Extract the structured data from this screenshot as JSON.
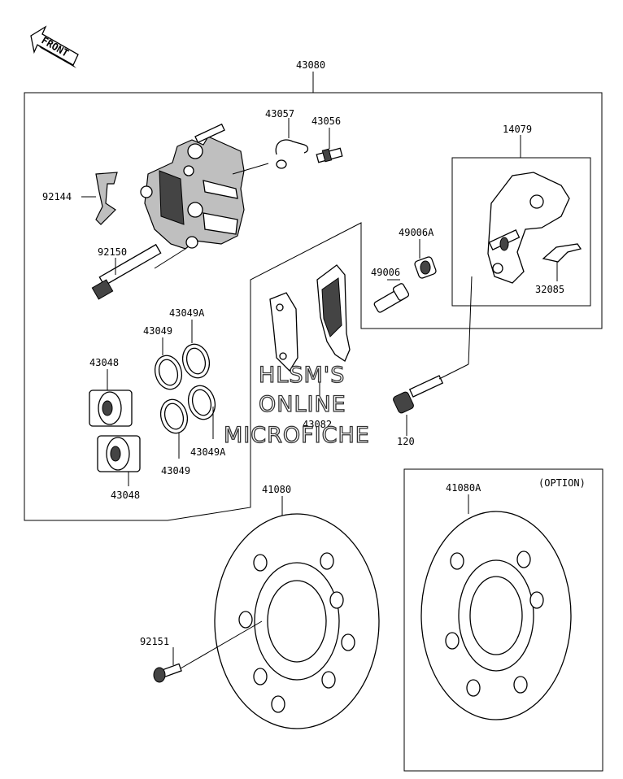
{
  "orientation": {
    "label": "FRONT",
    "icon": "front-arrow-icon"
  },
  "watermark": {
    "line1": "HLSM'S",
    "line2": "ONLINE",
    "line3": "MICROFICHE"
  },
  "option_label": "(OPTION)",
  "parts": {
    "caliper_assy": "43080",
    "bleeder_cap": "43057",
    "bleeder_valve": "43056",
    "bracket": "14079",
    "pad_spring": "92144",
    "slide_pin": "92150",
    "boot_a": "49006A",
    "boot": "49006",
    "pad_spring_clip": "32085",
    "dust_seal_a_top": "43049A",
    "dust_seal_top": "43049",
    "piston_top": "43048",
    "pad_set": "43082",
    "bolt": "120",
    "dust_seal_a_bottom": "43049A",
    "dust_seal_bottom": "43049",
    "piston_bottom": "43048",
    "disc": "41080",
    "disc_option": "41080A",
    "disc_screw": "92151"
  },
  "colors": {
    "line": "#000000",
    "fill_dark": "#444444",
    "fill_gray": "#bfbfbf",
    "background": "#ffffff"
  }
}
